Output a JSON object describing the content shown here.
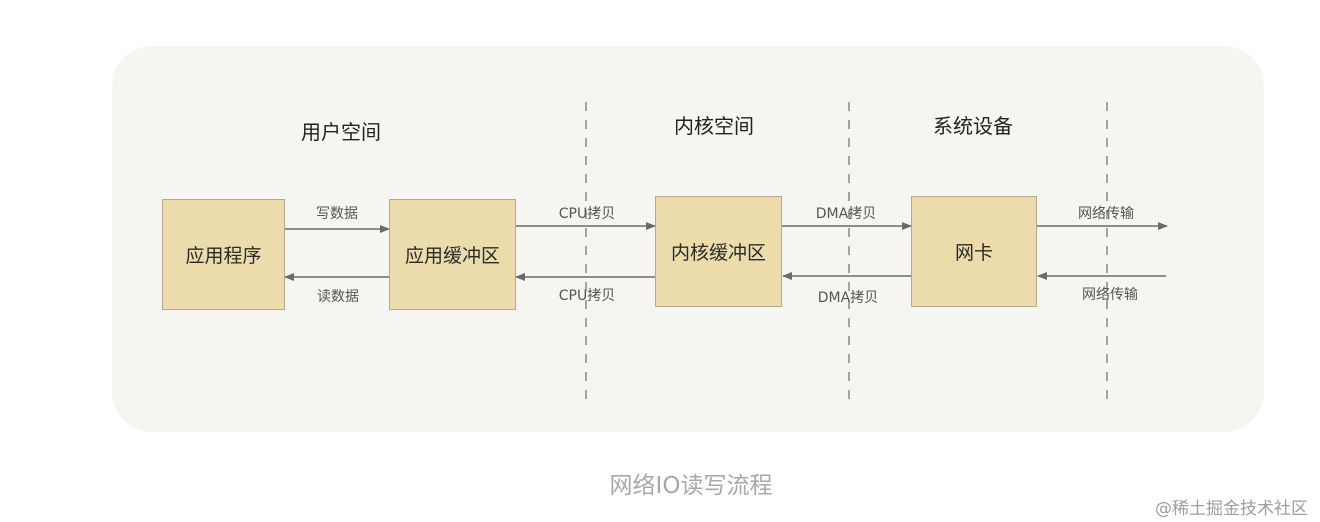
{
  "sections": {
    "user_space": "用户空间",
    "kernel_space": "内核空间",
    "system_devices": "系统设备"
  },
  "boxes": {
    "app_program": "应用程序",
    "app_buffer": "应用缓冲区",
    "kernel_buffer": "内核缓冲区",
    "nic": "网卡"
  },
  "arrows": {
    "write_data": "写数据",
    "read_data": "读数据",
    "cpu_copy_out": "CPU拷贝",
    "cpu_copy_in": "CPU拷贝",
    "dma_copy_out": "DMA拷贝",
    "dma_copy_in": "DMA拷贝",
    "net_transfer_out": "网络传输",
    "net_transfer_in": "网络传输"
  },
  "caption": "网络IO读写流程",
  "watermark": "@稀土掘金技术社区",
  "colors": {
    "box_fill": "#ecdcab",
    "box_border": "#b5a88c",
    "panel_bg": "#f5f5f2",
    "arrow": "#6b6b6b"
  }
}
